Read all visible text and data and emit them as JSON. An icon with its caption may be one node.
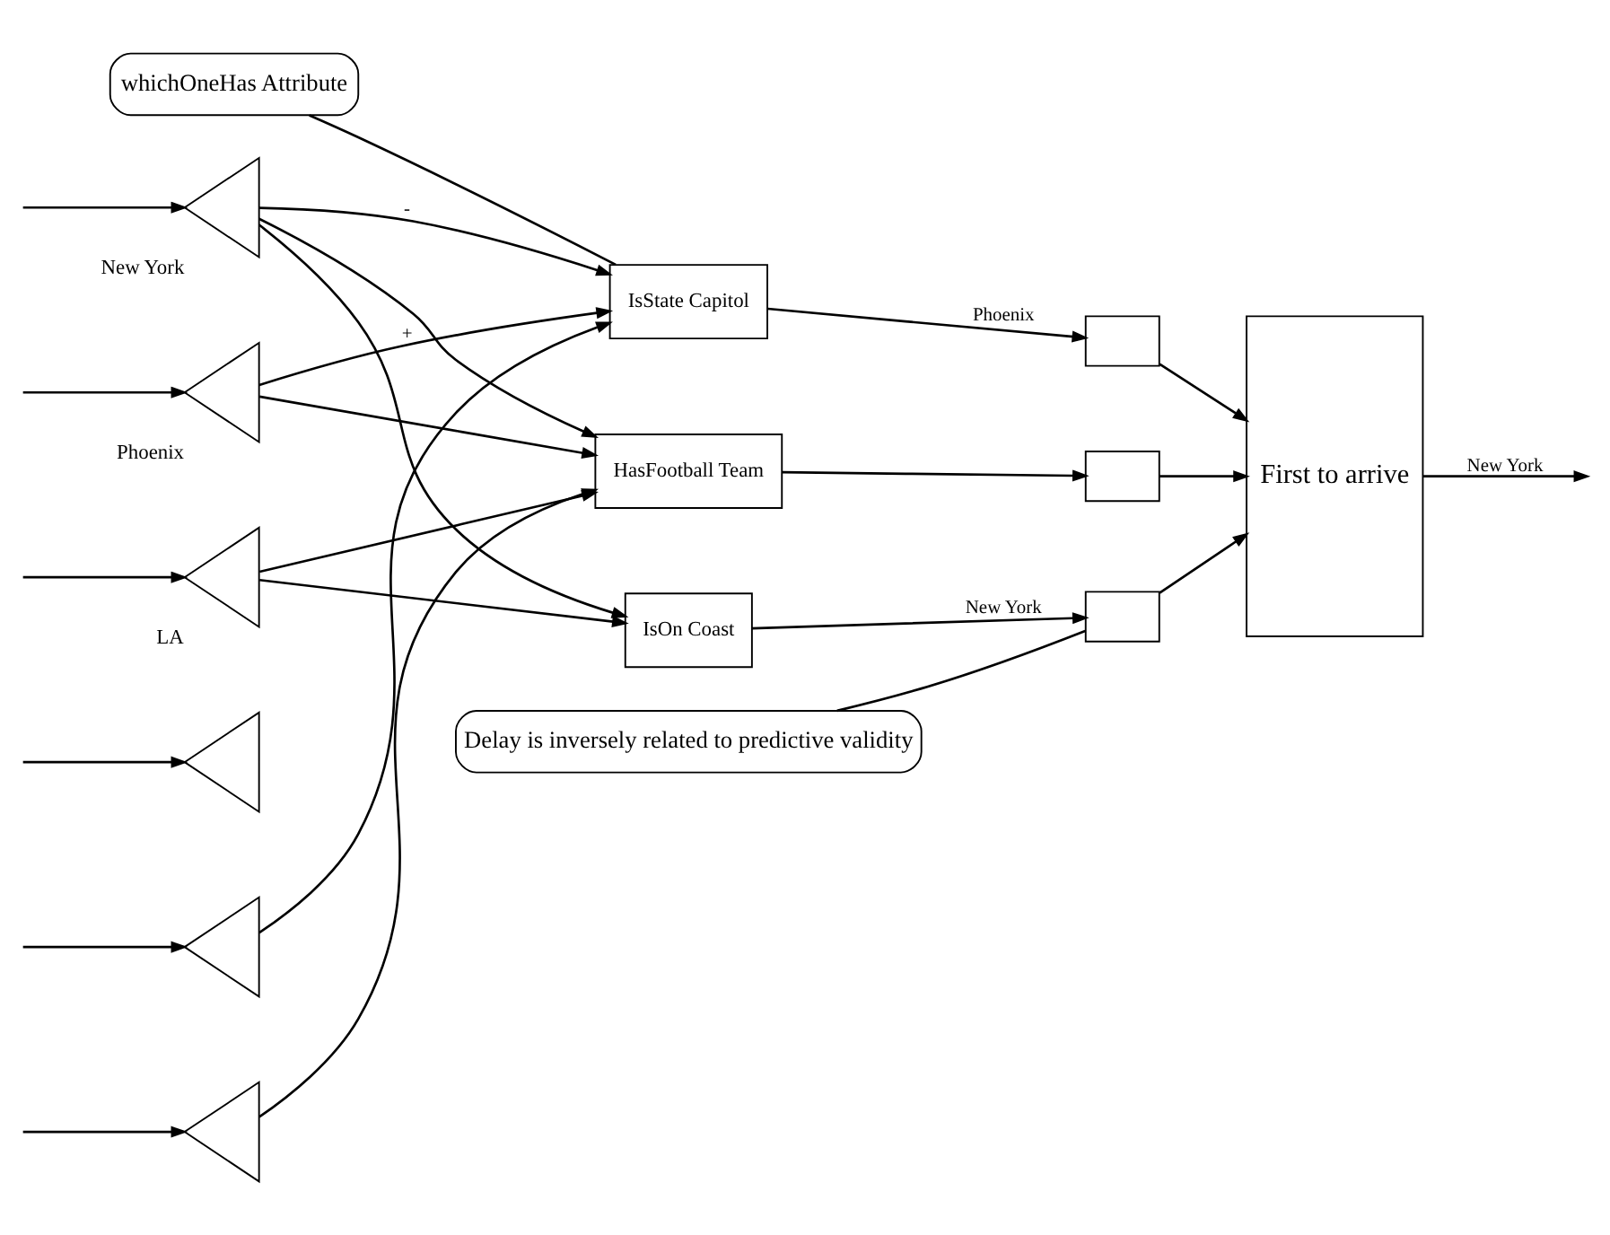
{
  "diagram": {
    "nodes": [
      {
        "text": [],
        "shape": "triangle",
        "beside": [
          "New York"
        ]
      },
      {
        "text": [],
        "shape": "triangle",
        "beside": [
          "Phoenix"
        ]
      },
      {
        "text": [],
        "shape": "triangle",
        "beside": [
          "LA"
        ]
      },
      {
        "text": [],
        "shape": "triangle"
      },
      {
        "text": [],
        "shape": "triangle"
      },
      {
        "text": [],
        "shape": "triangle"
      },
      {
        "text": [
          "IsState Capitol"
        ]
      },
      {
        "text": [
          "HasFootball Team"
        ]
      },
      {
        "text": [
          "IsOn Coast"
        ]
      },
      {
        "text": [],
        "shape": "box"
      },
      {
        "text": [],
        "shape": "box"
      },
      {
        "text": [],
        "shape": "box"
      },
      {
        "text": [
          "First to arrive"
        ]
      },
      {
        "text": [
          "whichOneHas Attribute"
        ]
      },
      {
        "text": [
          "Delay is inversely related to predictive validity"
        ]
      }
    ],
    "edges": [
      {
        "from": null,
        "to": 0,
        "arrow": "to"
      },
      {
        "from": null,
        "to": 1,
        "arrow": "to"
      },
      {
        "from": null,
        "to": 2,
        "arrow": "to"
      },
      {
        "from": null,
        "to": 3,
        "arrow": "to"
      },
      {
        "from": null,
        "to": 4,
        "arrow": "to"
      },
      {
        "from": null,
        "to": 5,
        "arrow": "to"
      },
      {
        "from": 0,
        "to": 6,
        "arrow": "to",
        "label": "-"
      },
      {
        "from": 0,
        "to": 7,
        "arrow": "to"
      },
      {
        "from": 0,
        "to": 8,
        "arrow": "to"
      },
      {
        "from": 1,
        "to": 6,
        "arrow": "to",
        "label": "+"
      },
      {
        "from": 1,
        "to": 7,
        "arrow": "to"
      },
      {
        "from": 2,
        "to": 7,
        "arrow": "to"
      },
      {
        "from": 2,
        "to": 8,
        "arrow": "to"
      },
      {
        "from": 4,
        "to": 6,
        "arrow": "to"
      },
      {
        "from": 5,
        "to": 7,
        "arrow": "to"
      },
      {
        "from": 6,
        "to": 9,
        "arrow": "to",
        "label": "Phoenix"
      },
      {
        "from": 7,
        "to": 10,
        "arrow": "to"
      },
      {
        "from": 8,
        "to": 11,
        "arrow": "to",
        "label": "New York"
      },
      {
        "from": 9,
        "to": 12,
        "arrow": "to"
      },
      {
        "from": 10,
        "to": 12,
        "arrow": "to"
      },
      {
        "from": 11,
        "to": 12,
        "arrow": "to"
      },
      {
        "from": 12,
        "to": null,
        "arrow": "to",
        "label": "New York"
      },
      {
        "from": 13,
        "to": 6,
        "arrow": "none"
      },
      {
        "from": 14,
        "to": 11,
        "arrow": "none"
      }
    ]
  }
}
